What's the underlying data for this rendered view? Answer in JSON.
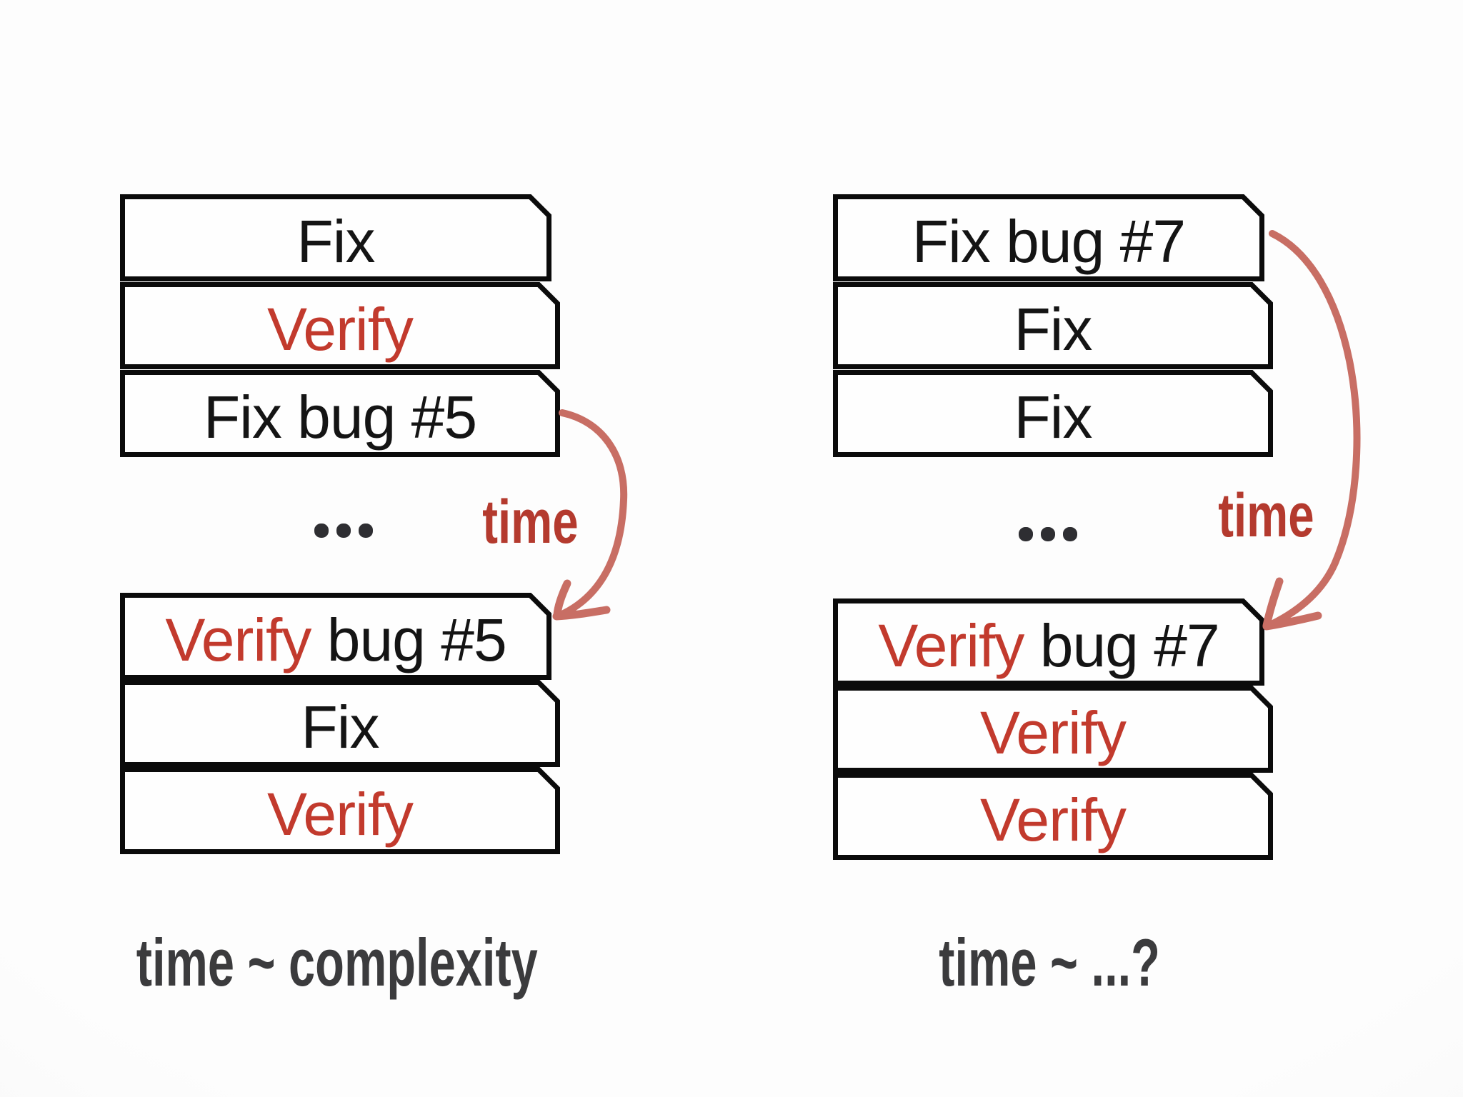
{
  "palette": {
    "background": "#fbfbfb",
    "box_fill": "#fefefe",
    "border_black": "#0b0b0b",
    "text_black": "#141414",
    "text_red": "#c23a2d",
    "time_label_red": "#b43a2e",
    "arrow_red": "#c86e64",
    "dots_gray": "#2e2e32",
    "caption_gray": "#3b3b3d"
  },
  "columns": [
    {
      "side": "left",
      "top_boxes": [
        {
          "red": "",
          "black": "Fix"
        },
        {
          "red": "Verify",
          "black": ""
        },
        {
          "red": "",
          "black": "Fix bug #5"
        }
      ],
      "ellipsis": "...",
      "arrow_label": "time",
      "bottom_boxes": [
        {
          "red": "Verify",
          "black": " bug #5"
        },
        {
          "red": "",
          "black": "Fix"
        },
        {
          "red": "Verify",
          "black": ""
        }
      ],
      "caption": "time ~ complexity"
    },
    {
      "side": "right",
      "top_boxes": [
        {
          "red": "",
          "black": "Fix bug #7"
        },
        {
          "red": "",
          "black": "Fix"
        },
        {
          "red": "",
          "black": "Fix"
        }
      ],
      "ellipsis": "...",
      "arrow_label": "time",
      "bottom_boxes": [
        {
          "red": "Verify",
          "black": " bug #7"
        },
        {
          "red": "Verify",
          "black": ""
        },
        {
          "red": "Verify",
          "black": ""
        }
      ],
      "caption": "time ~ ...?"
    }
  ]
}
